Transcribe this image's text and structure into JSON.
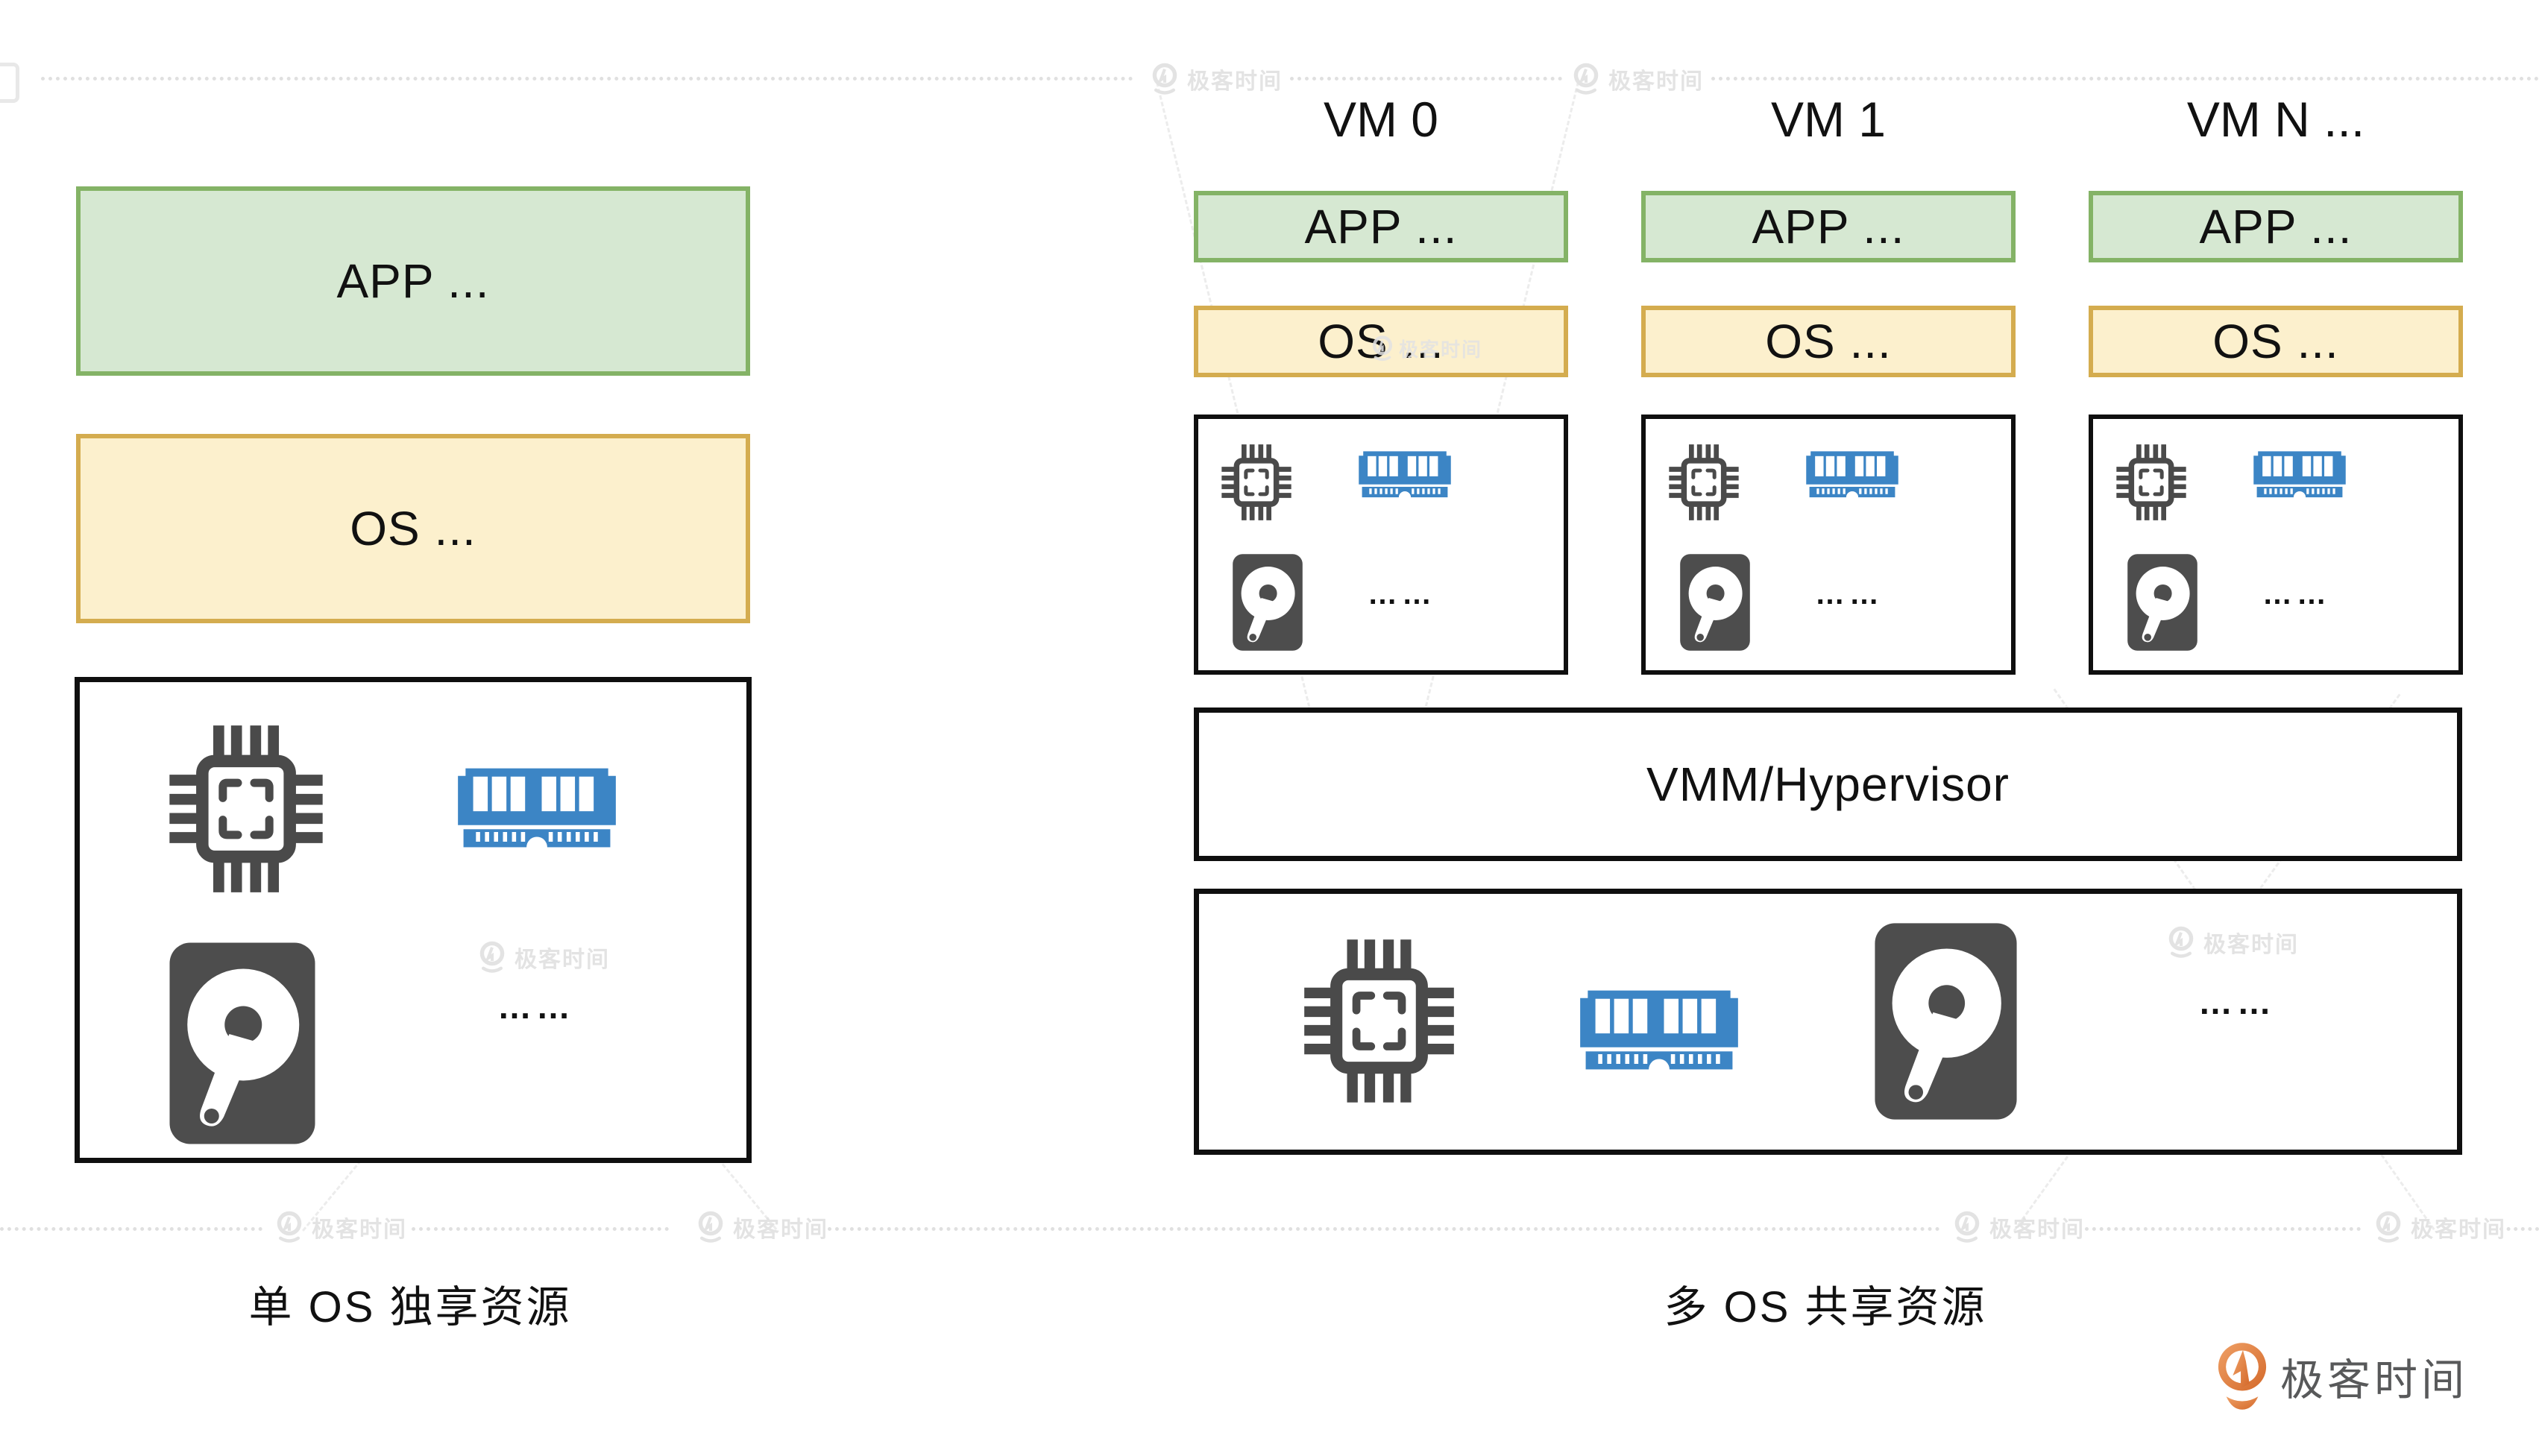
{
  "watermark": {
    "text": "极客时间",
    "color": "#e3e3e3"
  },
  "brand": {
    "text": "极客时间",
    "text_color": "#58595a",
    "orange_start": "#efa066",
    "orange_end": "#d4692a"
  },
  "diagram": {
    "ellipsis": "……",
    "left": {
      "caption": "单 OS 独享资源",
      "app_label": "APP ...",
      "os_label": "OS ..."
    },
    "right": {
      "caption": "多 OS 共享资源",
      "vmm_label": "VMM/Hypervisor",
      "vms": [
        {
          "name": "VM 0",
          "app_label": "APP ...",
          "os_label": "OS ..."
        },
        {
          "name": "VM 1",
          "app_label": "APP ...",
          "os_label": "OS ..."
        },
        {
          "name": "VM N ...",
          "app_label": "APP ...",
          "os_label": "OS ..."
        }
      ]
    },
    "colors": {
      "app_fill": "#d6e8d2",
      "app_stroke": "#84b366",
      "os_fill": "#fcf0cd",
      "os_stroke": "#d4ac4f",
      "hw_stroke": "#0f0f0f",
      "cpu_color": "#4a4a4a",
      "ram_color": "#3c85c5",
      "disk_color": "#4d4d4d"
    },
    "icons": [
      "cpu-icon",
      "ram-icon",
      "disk-icon"
    ]
  }
}
